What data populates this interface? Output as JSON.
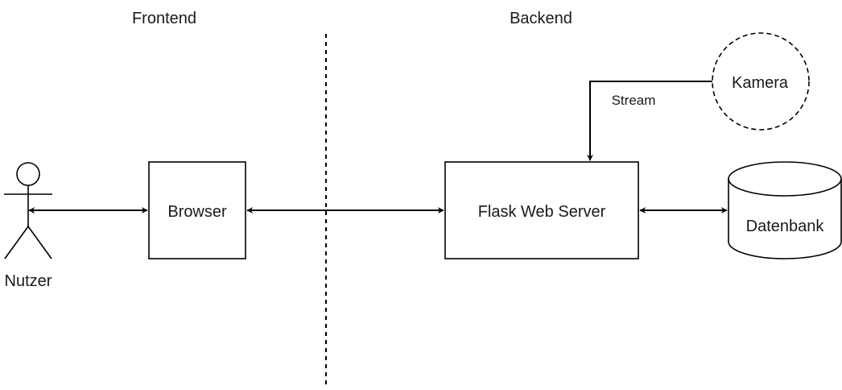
{
  "sections": {
    "frontend": "Frontend",
    "backend": "Backend"
  },
  "nodes": {
    "user": {
      "label": "Nutzer",
      "icon": "person-icon"
    },
    "browser": {
      "label": "Browser"
    },
    "server": {
      "label": "Flask Web Server"
    },
    "camera": {
      "label": "Kamera"
    },
    "database": {
      "label": "Datenbank",
      "icon": "database-icon"
    }
  },
  "edges": {
    "camera_to_server": {
      "label": "Stream"
    }
  },
  "colors": {
    "stroke": "#000000",
    "fill": "#ffffff",
    "text": "#1a1a1a"
  }
}
